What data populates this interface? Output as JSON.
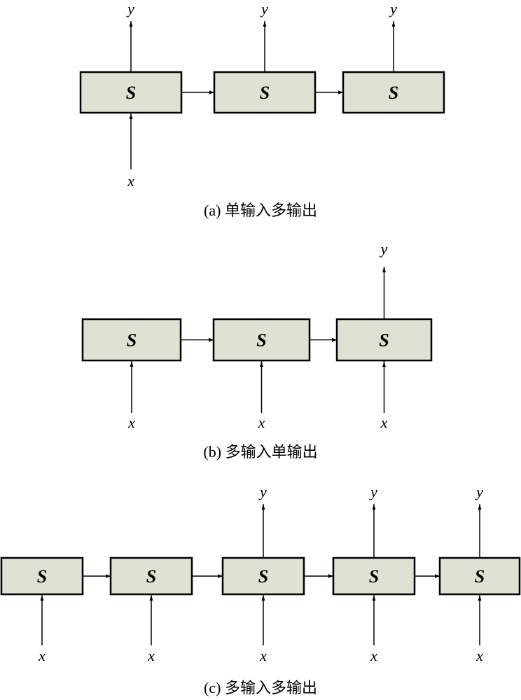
{
  "diagrams": [
    {
      "caption": "(a) 单输入多输出",
      "cells": [
        {
          "label": "S",
          "input": "x",
          "output": "y"
        },
        {
          "label": "S",
          "input": null,
          "output": "y"
        },
        {
          "label": "S",
          "input": null,
          "output": "y"
        }
      ]
    },
    {
      "caption": "(b) 多输入单输出",
      "cells": [
        {
          "label": "S",
          "input": "x",
          "output": null
        },
        {
          "label": "S",
          "input": "x",
          "output": null
        },
        {
          "label": "S",
          "input": "x",
          "output": "y"
        }
      ]
    },
    {
      "caption": "(c) 多输入多输出",
      "cells": [
        {
          "label": "S",
          "input": "x",
          "output": null
        },
        {
          "label": "S",
          "input": "x",
          "output": null
        },
        {
          "label": "S",
          "input": "x",
          "output": "y"
        },
        {
          "label": "S",
          "input": "x",
          "output": "y"
        },
        {
          "label": "S",
          "input": "x",
          "output": "y"
        }
      ]
    }
  ],
  "colors": {
    "box_fill": "#dfe1d3",
    "stroke": "#000000"
  }
}
